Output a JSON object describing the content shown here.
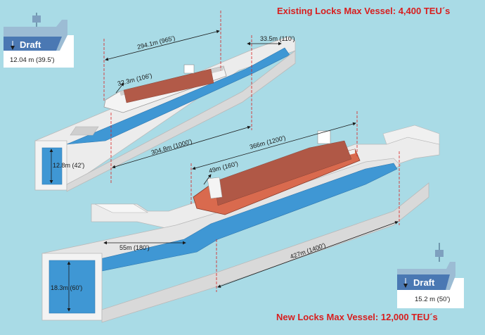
{
  "titles": {
    "existing": "Existing Locks Max Vessel: 4,400 TEU´s",
    "new": "New Locks Max Vessel: 12,000 TEU´s"
  },
  "existing_lock": {
    "ship_length": "294.1m (965')",
    "ship_beam": "32.3m (106')",
    "chamber_width": "33.5m (110')",
    "chamber_length": "304.8m (1000')",
    "chamber_depth": "12.8m (42')"
  },
  "new_lock": {
    "ship_length": "366m (1200')",
    "ship_beam": "49m (160')",
    "chamber_width": "55m (180')",
    "chamber_length": "427m (1400')",
    "chamber_depth": "18.3m (60')"
  },
  "draft_existing": {
    "label": "Draft",
    "value": "12.04 m (39.5')"
  },
  "draft_new": {
    "label": "Draft",
    "value": "15.2 m (50')"
  },
  "colors": {
    "background": "#a9dbe6",
    "water": "#3f97d4",
    "concrete": "#e8e8e8",
    "hull_existing": "#f4f4f4",
    "hull_new": "#d96a4e",
    "title": "#d81e1e",
    "dimension_line": "#d82020"
  }
}
